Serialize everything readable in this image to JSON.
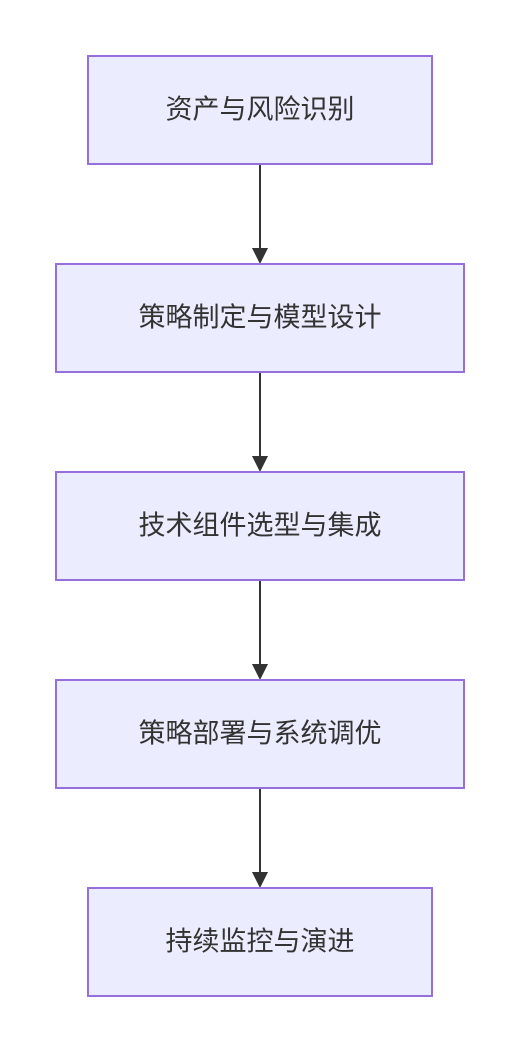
{
  "flowchart": {
    "direction": "top-to-bottom",
    "colors": {
      "node_fill": "#ECECFF",
      "node_stroke": "#9370DB",
      "edge": "#333333",
      "text": "#333333"
    },
    "nodes": [
      {
        "id": "n1",
        "label": "资产与风险识别"
      },
      {
        "id": "n2",
        "label": "策略制定与模型设计"
      },
      {
        "id": "n3",
        "label": "技术组件选型与集成"
      },
      {
        "id": "n4",
        "label": "策略部署与系统调优"
      },
      {
        "id": "n5",
        "label": "持续监控与演进"
      }
    ],
    "edges": [
      {
        "from": "n1",
        "to": "n2"
      },
      {
        "from": "n2",
        "to": "n3"
      },
      {
        "from": "n3",
        "to": "n4"
      },
      {
        "from": "n4",
        "to": "n5"
      }
    ]
  }
}
